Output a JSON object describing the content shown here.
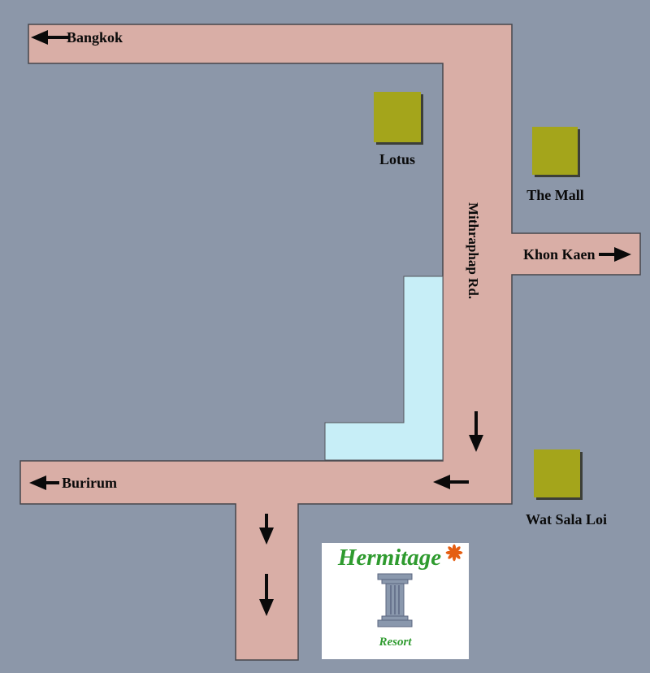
{
  "title": "Hermitage Resort location map",
  "colors": {
    "background": "#8c97a9",
    "road_fill": "#d9aea6",
    "road_edge": "#46464c",
    "water_fill": "#c7eef7",
    "water_edge": "#55555c",
    "landmark_fill": "#a4a51b",
    "label_color": "#0a0a0a",
    "logo_green": "#2f9b2f",
    "flower_orange": "#e55e12",
    "column_blue": "#8a98ad"
  },
  "roads": {
    "bangkok_label": "Bangkok",
    "mithraphap_label": "Mithraphap Rd.",
    "khon_kaen_label": "Khon Kaen",
    "burirum_label": "Burirum"
  },
  "landmarks": [
    {
      "label": "Lotus"
    },
    {
      "label": "The Mall"
    },
    {
      "label": "Wat Sala Loi"
    }
  ],
  "logo": {
    "name": "Hermitage",
    "subtitle": "Resort"
  }
}
